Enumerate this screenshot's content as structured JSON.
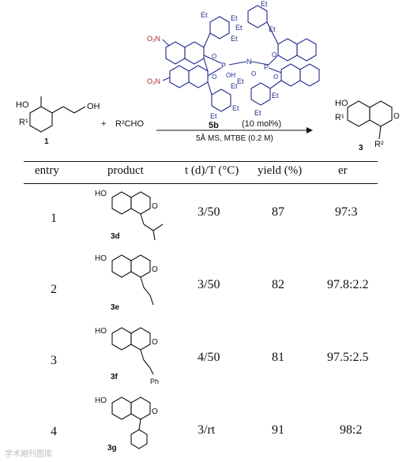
{
  "scheme": {
    "catalyst_label": "5b",
    "catalyst_loading": "(10 mol%)",
    "conditions": "5Å MS, MTBE (0.2 M)",
    "reactant1_number": "1",
    "product_number": "3",
    "plus": "+",
    "aldehyde": "R²CHO",
    "labels": {
      "HO": "HO",
      "OH": "OH",
      "R1": "R¹",
      "R2": "R²",
      "O": "O",
      "Et": "Et",
      "NO2": "O₂N",
      "P": "P",
      "N": "N"
    }
  },
  "table": {
    "headers": [
      "entry",
      "product",
      "t (d)/T (°C)",
      "yield (%)",
      "er"
    ],
    "rows": [
      {
        "entry": "1",
        "product": "3d",
        "t_T": "3/50",
        "yield": "87",
        "er": "97:3",
        "substituent": "isobutyl"
      },
      {
        "entry": "2",
        "product": "3e",
        "t_T": "3/50",
        "yield": "82",
        "er": "97.8:2.2",
        "substituent": "n-butyl"
      },
      {
        "entry": "3",
        "product": "3f",
        "t_T": "4/50",
        "yield": "81",
        "er": "97.5:2.5",
        "substituent": "Ph"
      },
      {
        "entry": "4",
        "product": "3g",
        "t_T": "3/rt",
        "yield": "91",
        "er": "98:2",
        "substituent": "phenyl"
      }
    ]
  },
  "watermark": "学术期刊图库"
}
